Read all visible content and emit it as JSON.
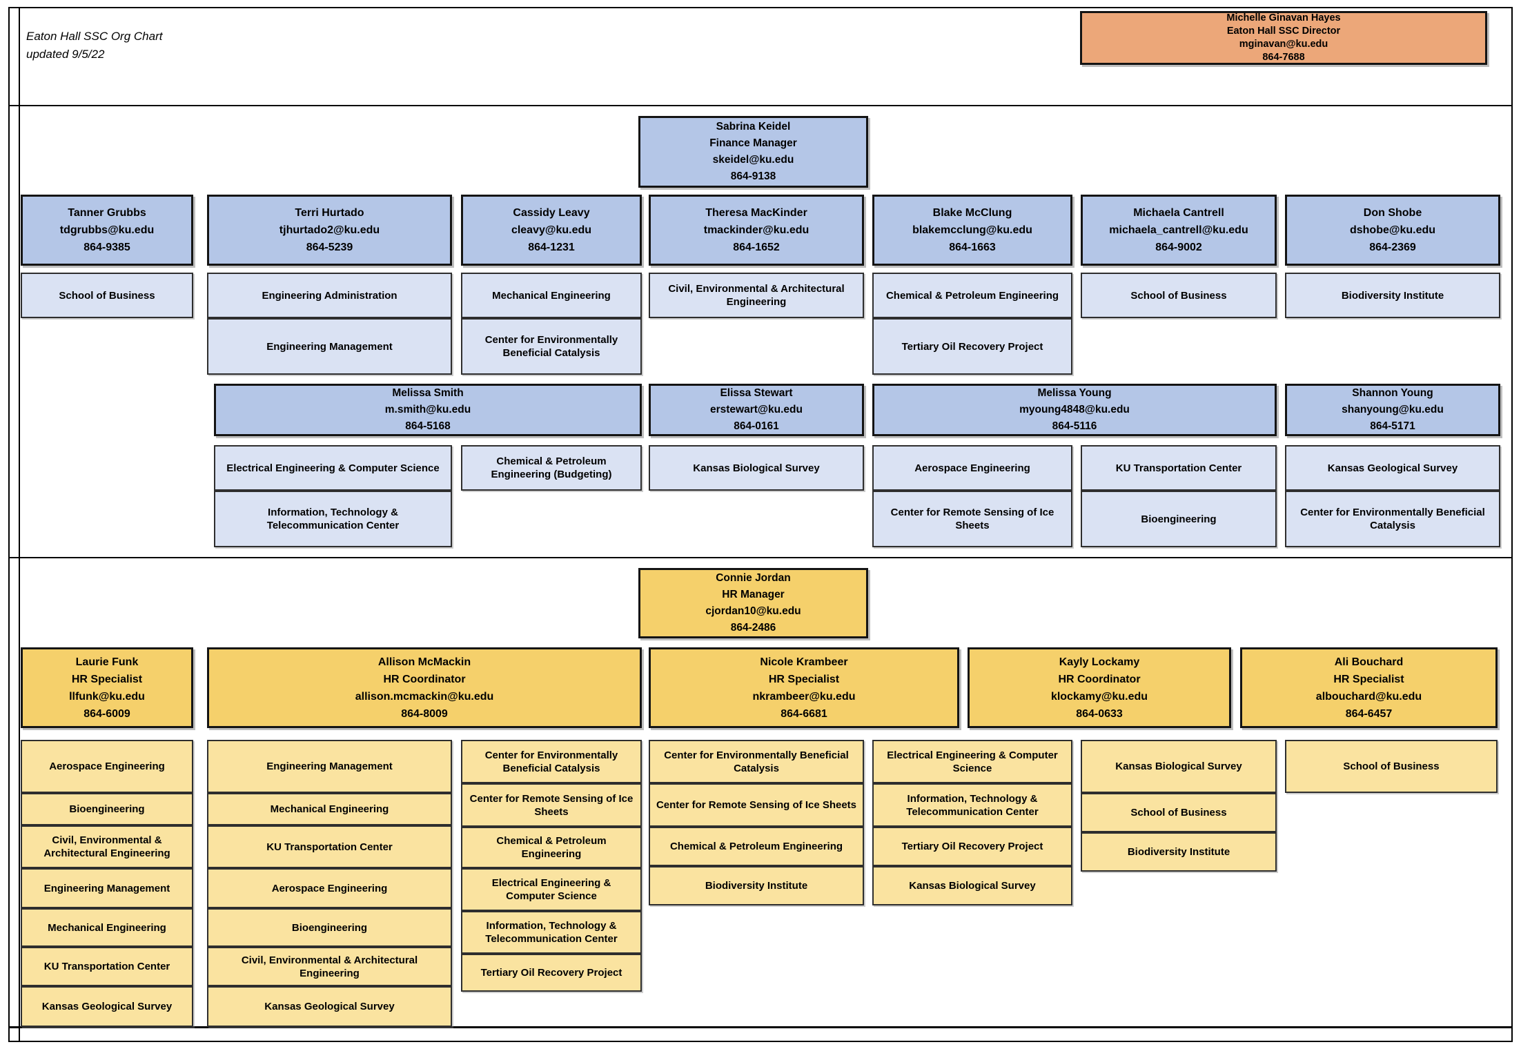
{
  "meta": {
    "title_line1": "Eaton Hall SSC Org Chart",
    "title_line2": "updated 9/5/22"
  },
  "colors": {
    "director_fill": "#ECA779",
    "finance_fill": "#B4C6E7",
    "finance_dept_fill": "#DAE2F3",
    "hr_fill": "#F5D06B",
    "hr_dept_fill": "#FAE3A0"
  },
  "director": {
    "name": "Michelle Ginavan Hayes",
    "title": "Eaton Hall SSC Director",
    "email": "mginavan@ku.edu",
    "phone": "864-7688"
  },
  "finance": {
    "manager": {
      "name": "Sabrina Keidel",
      "title": "Finance Manager",
      "email": "skeidel@ku.edu",
      "phone": "864-9138"
    },
    "staff_row1": [
      {
        "name": "Tanner Grubbs",
        "email": "tdgrubbs@ku.edu",
        "phone": "864-9385",
        "depts": [
          "School of Business"
        ]
      },
      {
        "name": "Terri Hurtado",
        "email": "tjhurtado2@ku.edu",
        "phone": "864-5239",
        "depts": [
          "Engineering Administration",
          "Engineering Management"
        ]
      },
      {
        "name": "Cassidy Leavy",
        "email": "cleavy@ku.edu",
        "phone": "864-1231",
        "depts": [
          "Mechanical Engineering",
          "Center for Environmentally Beneficial Catalysis"
        ]
      },
      {
        "name": "Theresa MacKinder",
        "email": "tmackinder@ku.edu",
        "phone": "864-1652",
        "depts": [
          "Civil, Environmental & Architectural Engineering"
        ]
      },
      {
        "name": "Blake McClung",
        "email": "blakemcclung@ku.edu",
        "phone": "864-1663",
        "depts": [
          "Chemical & Petroleum Engineering",
          "Tertiary Oil Recovery Project"
        ]
      },
      {
        "name": "Michaela Cantrell",
        "email": "michaela_cantrell@ku.edu",
        "phone": "864-9002",
        "depts": [
          "School of Business"
        ]
      },
      {
        "name": "Don Shobe",
        "email": "dshobe@ku.edu",
        "phone": "864-2369",
        "depts": [
          "Biodiversity Institute"
        ]
      }
    ],
    "staff_row2": [
      {
        "name": "Melissa Smith",
        "email": "m.smith@ku.edu",
        "phone": "864-5168",
        "depts_col1": [
          "Electrical Engineering & Computer Science",
          "Information, Technology & Telecommunication Center"
        ],
        "depts_col2": [
          "Chemical & Petroleum Engineering (Budgeting)"
        ]
      },
      {
        "name": "Elissa Stewart",
        "email": "erstewart@ku.edu",
        "phone": "864-0161",
        "depts": [
          "Kansas Biological Survey"
        ]
      },
      {
        "name": "Melissa Young",
        "email": "myoung4848@ku.edu",
        "phone": "864-5116",
        "depts_col1": [
          "Aerospace Engineering",
          "Center for Remote Sensing of Ice Sheets"
        ],
        "depts_col2": [
          "KU Transportation Center",
          "Bioengineering"
        ]
      },
      {
        "name": "Shannon Young",
        "email": "shanyoung@ku.edu",
        "phone": "864-5171",
        "depts": [
          "Kansas Geological Survey",
          "Center for Environmentally Beneficial Catalysis"
        ]
      }
    ]
  },
  "hr": {
    "manager": {
      "name": "Connie Jordan",
      "title": "HR Manager",
      "email": "cjordan10@ku.edu",
      "phone": "864-2486"
    },
    "staff": [
      {
        "name": "Laurie Funk",
        "title": "HR Specialist",
        "email": "llfunk@ku.edu",
        "phone": "864-6009",
        "depts": [
          "Aerospace Engineering",
          "Bioengineering",
          "Civil, Environmental & Architectural Engineering",
          "Engineering Management",
          "Mechanical Engineering",
          "KU Transportation Center",
          "Kansas Geological Survey"
        ]
      },
      {
        "name": "Allison McMackin",
        "title": "HR Coordinator",
        "email": "allison.mcmackin@ku.edu",
        "phone": "864-8009",
        "depts_col1": [
          "Engineering Management",
          "Mechanical Engineering",
          "KU Transportation Center",
          "Aerospace Engineering",
          "Bioengineering",
          "Civil, Environmental & Architectural Engineering",
          "Kansas Geological Survey"
        ],
        "depts_col2": [
          "Center for Environmentally Beneficial Catalysis",
          "Center for Remote Sensing of Ice Sheets",
          "Chemical & Petroleum Engineering",
          "Electrical Engineering & Computer Science",
          "Information, Technology & Telecommunication Center",
          "Tertiary Oil Recovery Project"
        ]
      },
      {
        "name": "Nicole Krambeer",
        "title": "HR Specialist",
        "email": "nkrambeer@ku.edu",
        "phone": "864-6681",
        "depts_col1": [
          "Center for Environmentally Beneficial Catalysis",
          "Center for Remote Sensing of Ice Sheets",
          "Chemical & Petroleum Engineering",
          "Biodiversity Institute"
        ],
        "depts_col2": [
          "Electrical Engineering & Computer Science",
          "Information, Technology & Telecommunication Center",
          "Tertiary Oil Recovery Project",
          "Kansas Biological Survey"
        ]
      },
      {
        "name": "Kayly Lockamy",
        "title": "HR Coordinator",
        "email": "klockamy@ku.edu",
        "phone": "864-0633",
        "depts": [
          "Kansas Biological Survey",
          "School of Business",
          "Biodiversity Institute"
        ]
      },
      {
        "name": "Ali Bouchard",
        "title": "HR Specialist",
        "email": "albouchard@ku.edu",
        "phone": "864-6457",
        "depts": [
          "School of Business"
        ]
      }
    ]
  }
}
